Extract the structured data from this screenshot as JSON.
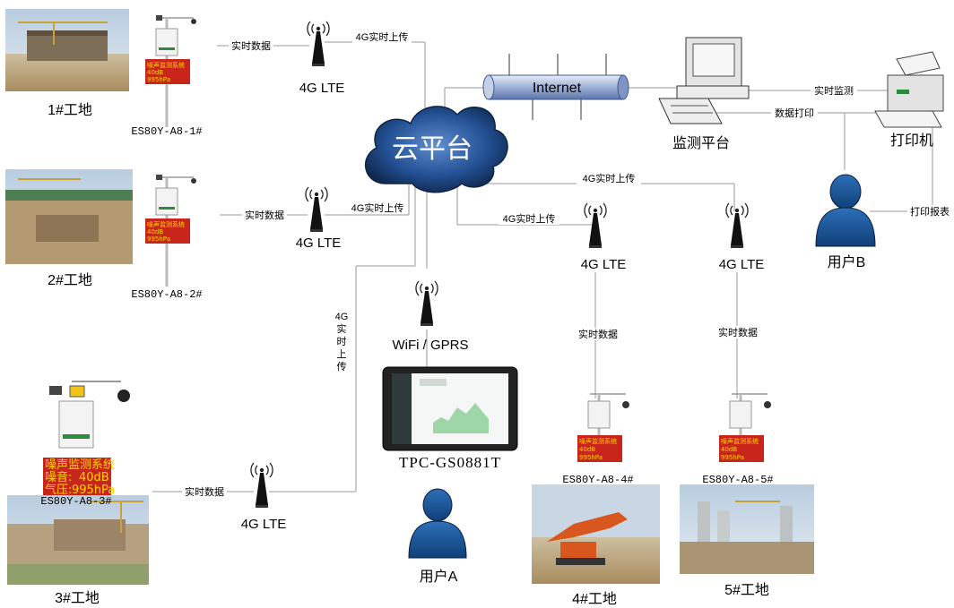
{
  "cloud": {
    "label": "云平台"
  },
  "internet": {
    "label": "Internet"
  },
  "monitor": {
    "label": "监测平台"
  },
  "printer": {
    "label": "打印机"
  },
  "tablet": {
    "model": "TPC-GS0881T"
  },
  "gateway": {
    "label": "WiFi / GPRS"
  },
  "users": {
    "a": "用户A",
    "b": "用户B"
  },
  "links": {
    "realtime_data": "实时数据",
    "upload_4g": "4G实时上传",
    "realtime_monitor": "实时监测",
    "data_print": "数据打印",
    "print_report": "打印报表",
    "upload_4g_vertical": [
      "4G",
      "实",
      "时",
      "上",
      "传"
    ]
  },
  "antenna_label": "4G LTE",
  "sites": [
    {
      "name": "1#工地",
      "device": "ES80Y-A8-1#"
    },
    {
      "name": "2#工地",
      "device": "ES80Y-A8-2#"
    },
    {
      "name": "3#工地",
      "device": "ES80Y-A8-3#"
    },
    {
      "name": "4#工地",
      "device": "ES80Y-A8-4#"
    },
    {
      "name": "5#工地",
      "device": "ES80Y-A8-5#"
    }
  ],
  "led_display": {
    "title": "噪声监测系统",
    "line1_label": "噪音:",
    "line1_value": "40dB",
    "line2_label": "气压:",
    "line2_value": "995hPa"
  },
  "colors": {
    "cloud": "#1f4e8c",
    "led_bg": "#c8261a",
    "led_text": "#ffd200",
    "line": "#9a9a9a"
  }
}
